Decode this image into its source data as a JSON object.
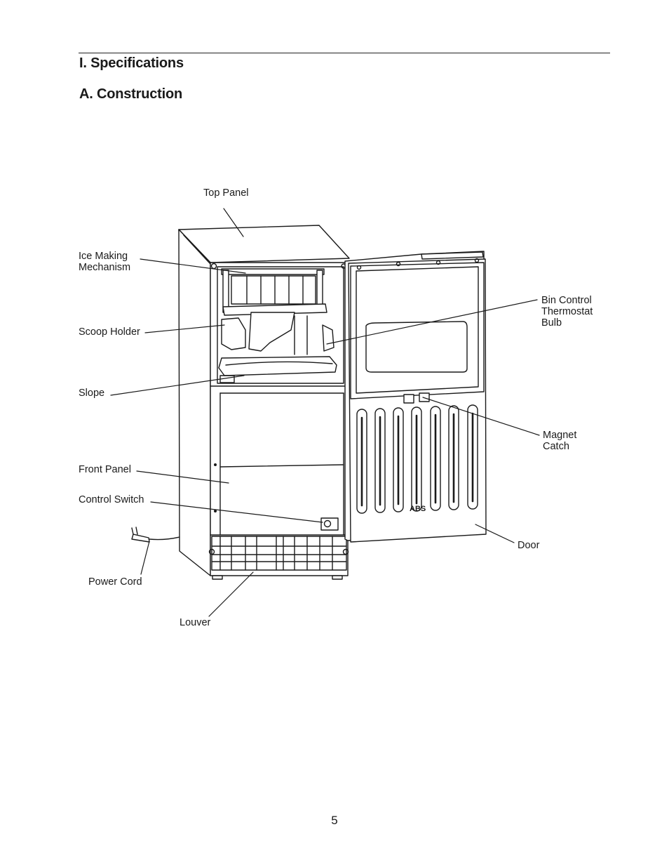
{
  "document": {
    "section_title": "I. Specifications",
    "subsection_title": "A. Construction",
    "page_number": "5"
  },
  "labels": {
    "top_panel": "Top Panel",
    "ice_making_mechanism": "Ice Making\nMechanism",
    "scoop_holder": "Scoop Holder",
    "slope": "Slope",
    "front_panel": "Front Panel",
    "control_switch": "Control Switch",
    "power_cord": "Power Cord",
    "louver": "Louver",
    "bin_control_thermostat_bulb": "Bin Control\nThermostat\nBulb",
    "magnet_catch": "Magnet\nCatch",
    "door": "Door",
    "door_marking": "ABS"
  }
}
